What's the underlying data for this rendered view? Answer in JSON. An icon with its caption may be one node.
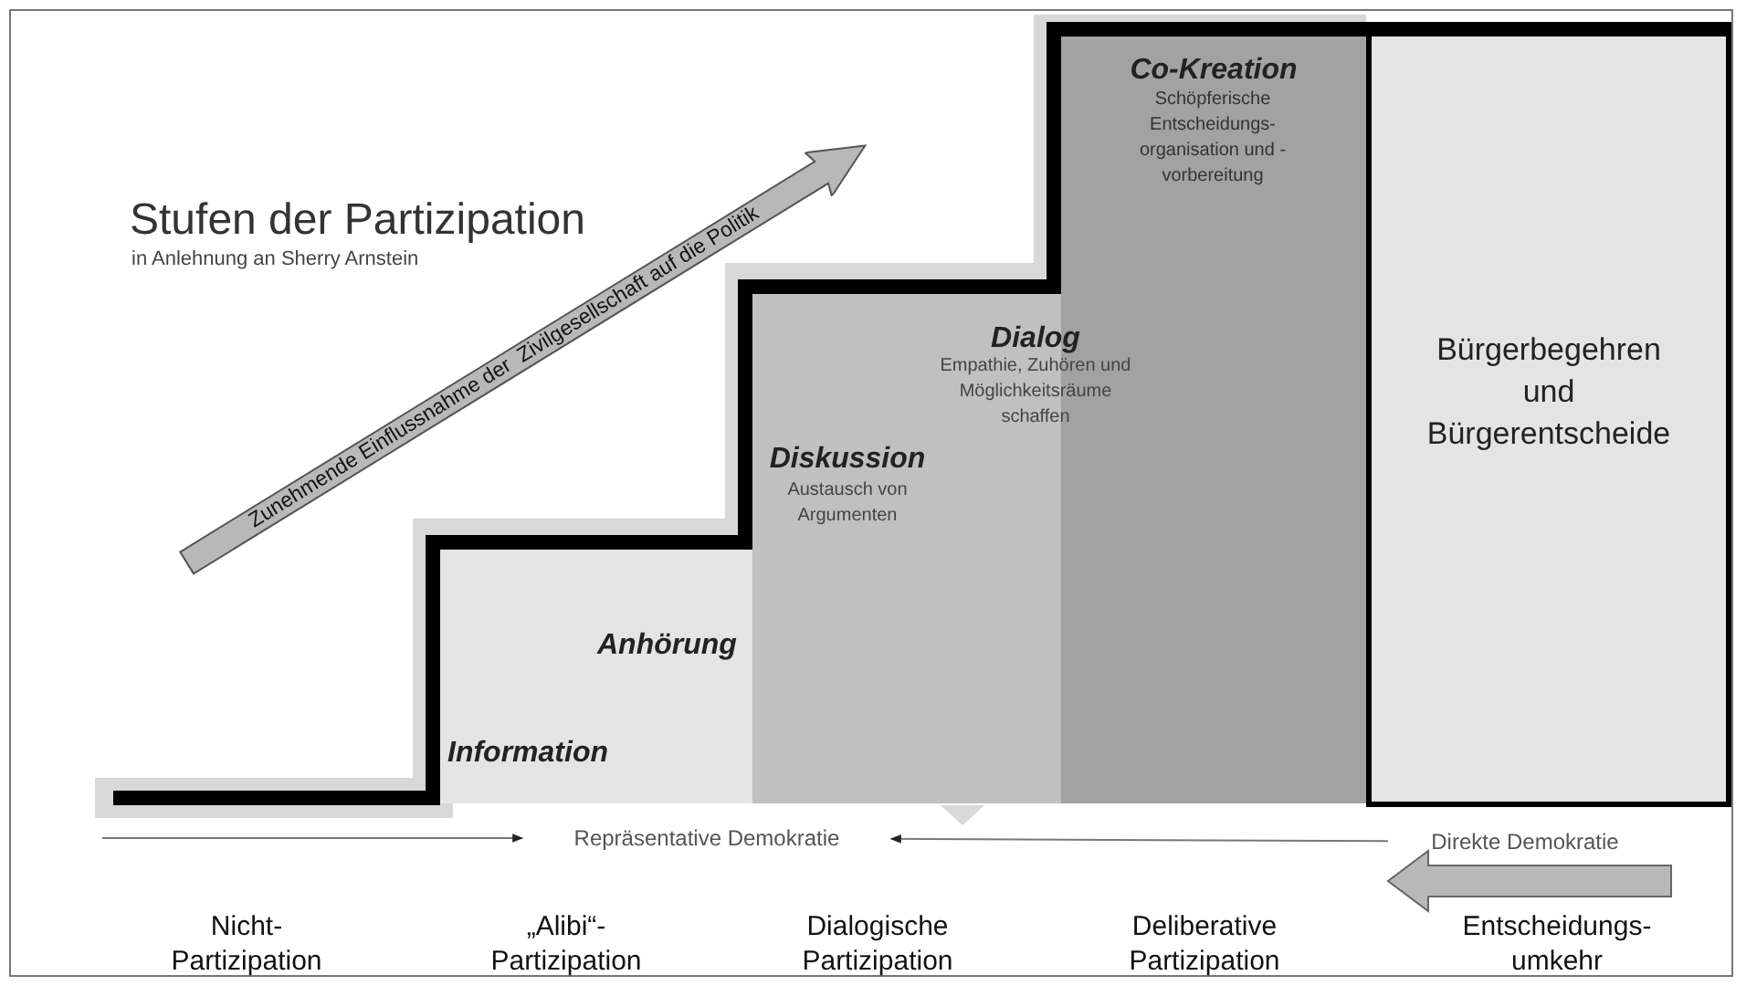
{
  "diagram": {
    "title": "Stufen der Partizipation",
    "nodes": [
      {
        "text": [
          "Anhörung",
          "Information"
        ]
      },
      {
        "text": [
          "Diskussion",
          "Austausch von Argumenten"
        ]
      },
      {
        "text": [
          "Dialog",
          "Empathie, Zuhören und Möglichkeitsräume schaffen"
        ]
      },
      {
        "text": [
          "Co-Kreation",
          "Schöpferische Entscheidungs- organisation und -vorbereitung"
        ]
      },
      {
        "text": [
          "Bürgerbegehren und Bürgerentscheide"
        ]
      },
      {
        "text": [
          "Repräsentative Demokratie"
        ]
      },
      {
        "text": [
          "Direkte Demokratie"
        ]
      }
    ],
    "edges": [
      {
        "from": null,
        "to": 5,
        "arrow": "to"
      },
      {
        "from": 6,
        "to": 5,
        "arrow": "to"
      }
    ],
    "labels": [
      "in Anlehnung an Sherry Arnstein",
      "Zunehmende Einflussnahme der  Zivilgesellschaft auf die Politik",
      "Nicht- Partizipation",
      "„Alibi“- Partizipation",
      "Dialogische Partizipation",
      "Deliberative Partizipation",
      "Entscheidungs- umkehr"
    ]
  }
}
